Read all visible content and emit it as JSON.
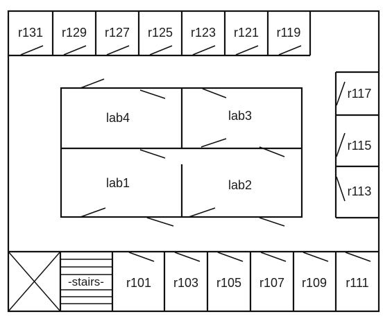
{
  "floorplan": {
    "top_rooms": [
      "r131",
      "r129",
      "r127",
      "r125",
      "r123",
      "r121",
      "r119"
    ],
    "right_rooms": [
      "r117",
      "r115",
      "r113"
    ],
    "labs": [
      "lab4",
      "lab3",
      "lab1",
      "lab2"
    ],
    "bottom_rooms": [
      "r101",
      "r103",
      "r105",
      "r107",
      "r109",
      "r111"
    ],
    "stairs_label": "-stairs-"
  }
}
